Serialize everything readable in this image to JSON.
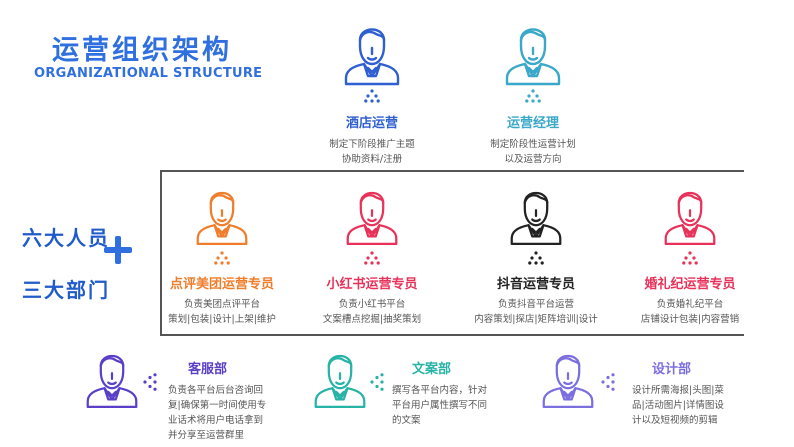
{
  "header": {
    "title_cn": "运营组织架构",
    "title_en": "ORGANIZATIONAL STRUCTURE"
  },
  "side_labels": {
    "line1": "六大人员",
    "line2": "三大部门"
  },
  "top_roles": [
    {
      "name": "酒店运营",
      "desc1": "制定下阶段推广主题",
      "desc2": "协助资料/注册",
      "color": "#2f5fd0"
    },
    {
      "name": "运营经理",
      "desc1": "制定阶段性运营计划",
      "desc2": "以及运营方向",
      "color": "#3aa8c8"
    }
  ],
  "mid_roles": [
    {
      "name": "点评美团运营专员",
      "desc1": "负责美团点评平台",
      "desc2": "策划|包装|设计|上架|维护",
      "color": "#ef7d2c"
    },
    {
      "name": "小红书运营专员",
      "desc1": "负责小红书平台",
      "desc2": "文案槽点挖掘|抽奖策划",
      "color": "#e8325a"
    },
    {
      "name": "抖音运营专员",
      "desc1": "负责抖音平台运营",
      "desc2": "内容策划|探店|矩阵培训|设计",
      "color": "#222222"
    },
    {
      "name": "婚礼纪运营专员",
      "desc1": "负责婚礼纪平台",
      "desc2": "店铺设计包装|内容营销",
      "color": "#e8325a"
    }
  ],
  "departments": [
    {
      "name": "客服部",
      "lines": [
        "负责各平台后台咨询回",
        "复|确保第一时间使用专",
        "业话术将用户电话拿到",
        "并分享至运营群里"
      ],
      "color": "#5b3fc8"
    },
    {
      "name": "文案部",
      "lines": [
        "撰写各平台内容，针对",
        "平台用户属性撰写不同",
        "的文案"
      ],
      "color": "#27b3a6"
    },
    {
      "name": "设计部",
      "lines": [
        "设计所需海报|头图|菜",
        "品|活动图片|详情图设",
        "计以及短视频的剪辑"
      ],
      "color": "#7b6fe0"
    }
  ],
  "icons": [
    "person-icon",
    "dots-icon"
  ]
}
